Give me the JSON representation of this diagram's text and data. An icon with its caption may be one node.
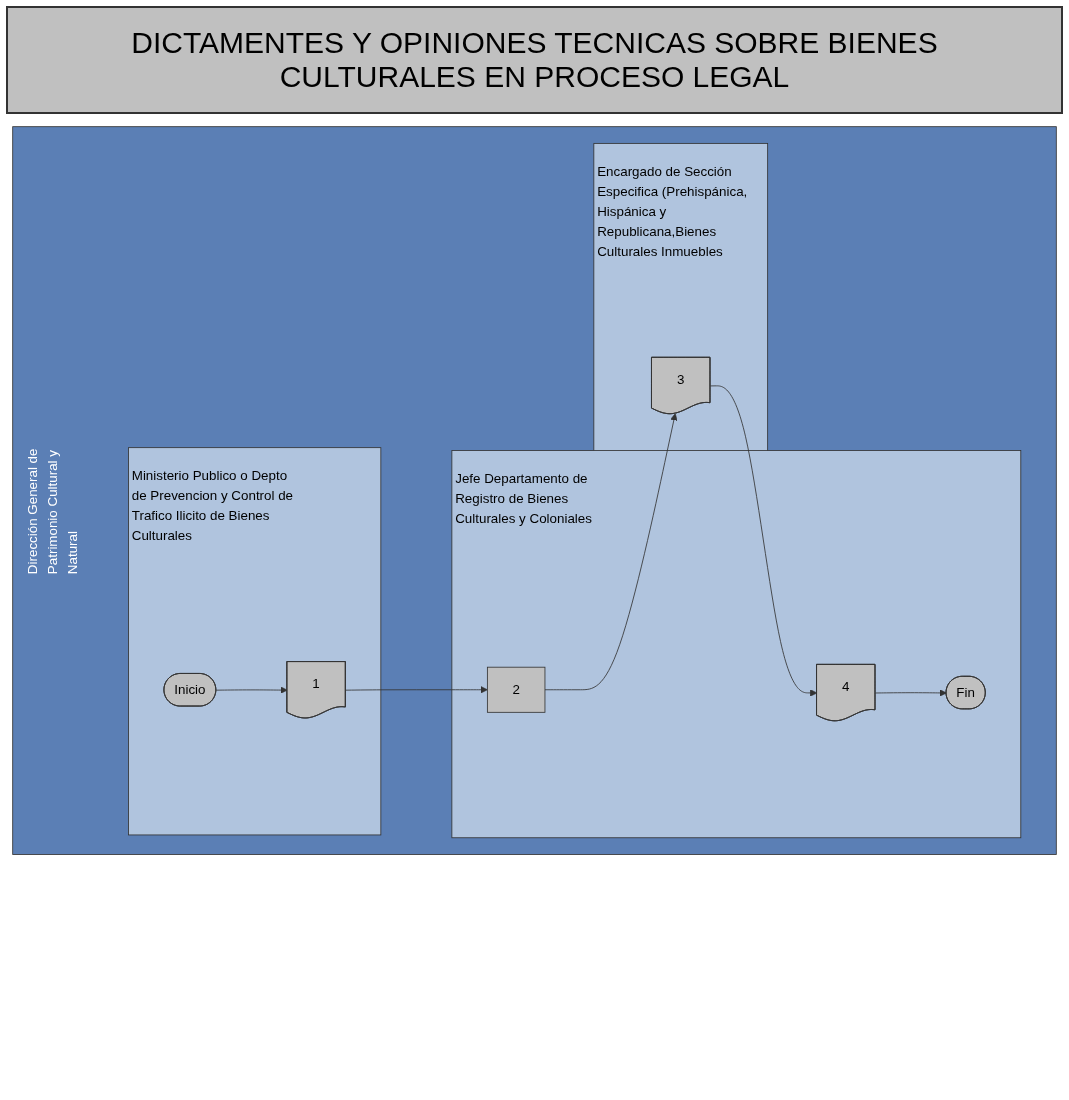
{
  "diagram": {
    "title": "DICTAMENTES Y OPINIONES TECNICAS SOBRE BIENES CULTURALES EN PROCESO LEGAL",
    "nodes": [
      {
        "text": [
          "Dirección General de Patrimonio Cultural y Natural"
        ]
      },
      {
        "text": [
          "Ministerio Publico o Depto de Prevencion y Control de Trafico Ilicito de Bienes Culturales"
        ],
        "in": 0
      },
      {
        "text": [
          "Jefe Departamento de Registro de Bienes Culturales y Coloniales"
        ],
        "in": 0
      },
      {
        "text": [
          "Encargado de Sección Especifica (Prehispánica, Hispánica y Republicana,Bienes Culturales Inmuebles"
        ],
        "in": 0
      },
      {
        "text": [
          "Inicio"
        ],
        "in": 1
      },
      {
        "text": [
          "1"
        ],
        "in": 1
      },
      {
        "text": [
          "2"
        ],
        "in": 2
      },
      {
        "text": [
          "3"
        ],
        "in": 3
      },
      {
        "text": [
          "4"
        ],
        "in": 2
      },
      {
        "text": [
          "Fin"
        ],
        "in": 2
      }
    ],
    "edges": [
      {
        "from": 4,
        "to": 5,
        "arrow": "to"
      },
      {
        "from": 5,
        "to": 6,
        "arrow": "to"
      },
      {
        "from": 6,
        "to": 7,
        "arrow": "to"
      },
      {
        "from": 7,
        "to": 8,
        "arrow": "to"
      },
      {
        "from": 8,
        "to": 9,
        "arrow": "to"
      }
    ]
  }
}
